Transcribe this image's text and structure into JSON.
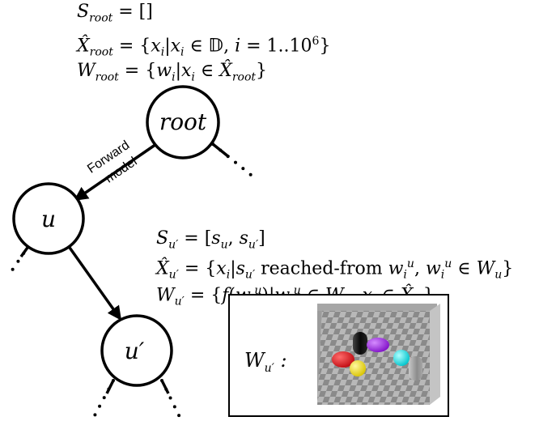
{
  "root_equations": {
    "s_root": "S_root = []",
    "x_root": "X̂_root = {x_i | x_i ∈ 𝔻, i = 1..10^6}",
    "w_root": "W_root = {w_i | x_i ∈ X̂_root}"
  },
  "child_equations": {
    "s_uprime": "S_u′ = [s_u, s_u′]",
    "x_uprime": "X̂_u′ = {x_i | s_u′ reached-from w_i^u, w_i^u ∈ W_u}",
    "w_uprime": "W_u′ = {f(w_i^u) | w_i^u ∈ W_u, x_i ∈ X̂_u′}"
  },
  "text": {
    "reached_from": "reached-from",
    "forward": "Forward",
    "model": "model"
  },
  "nodes": {
    "root": "root",
    "u": "u",
    "u_prime": "u′"
  },
  "inset": {
    "label": "W_u′ :"
  },
  "colors": {
    "stroke": "#000000",
    "background": "#ffffff",
    "ball_red": "#e0161c",
    "ball_yellow": "#f2e21a",
    "ball_black": "#111111",
    "ball_purple": "#a020e8",
    "ball_cyan": "#19e8ee",
    "ball_gray": "#9a9a9a",
    "floor_light": "#b8b8b8",
    "floor_dark": "#8a8a8a"
  }
}
